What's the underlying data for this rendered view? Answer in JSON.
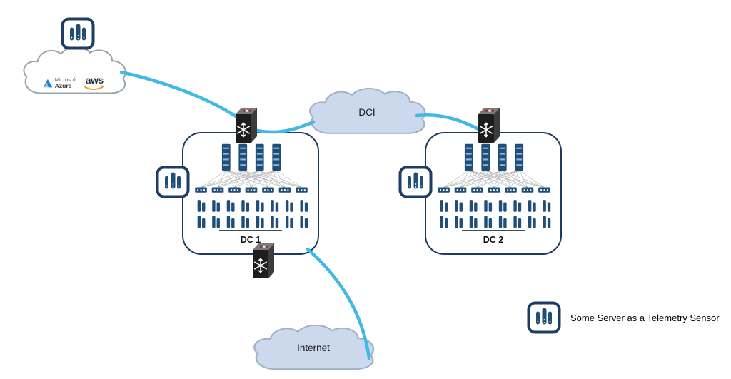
{
  "clouds": {
    "public": {
      "microsoft_label": "Microsoft",
      "azure_label": "Azure",
      "aws_label": "aws"
    },
    "dci": {
      "label": "DCI"
    },
    "internet": {
      "label": "Internet"
    }
  },
  "datacenters": {
    "dc1": {
      "label": "DC 1"
    },
    "dc2": {
      "label": "DC 2"
    }
  },
  "legend": {
    "label": "Some Server as a Telemetry Sensor"
  },
  "fabric": {
    "spines": 4,
    "leaves": 7,
    "server_rows": 2,
    "servers_per_row": 8
  },
  "connections": [
    {
      "from": "public-cloud",
      "to": "dc1-edge-switch"
    },
    {
      "from": "dc1-edge-switch",
      "to": "dci-cloud"
    },
    {
      "from": "dci-cloud",
      "to": "dc2-edge-switch"
    },
    {
      "from": "dc1-box",
      "to": "internet-cloud"
    }
  ],
  "icons": {
    "telemetry-sensor-icon": "rounded-square-with-server-rack-bars",
    "nexus-switch-icon": "dark-3d-switch-with-white-snowflake",
    "cloud-icon": "cloud-outline",
    "azure-logo-icon": "azure-blue-triangle",
    "aws-logo-icon": "aws-orange-smile-arrow"
  },
  "colors": {
    "link": "#41b8e6",
    "cloud_fill_blue": "#ccd9ec",
    "cloud_stroke": "#9fb0c7",
    "dc_border": "#1f3a5f",
    "device_blue": "#1f4e79",
    "sensor_border": "#1c3e66",
    "azure_blue": "#1a82d8",
    "aws_dark": "#232f3e",
    "aws_orange": "#f7981e"
  }
}
